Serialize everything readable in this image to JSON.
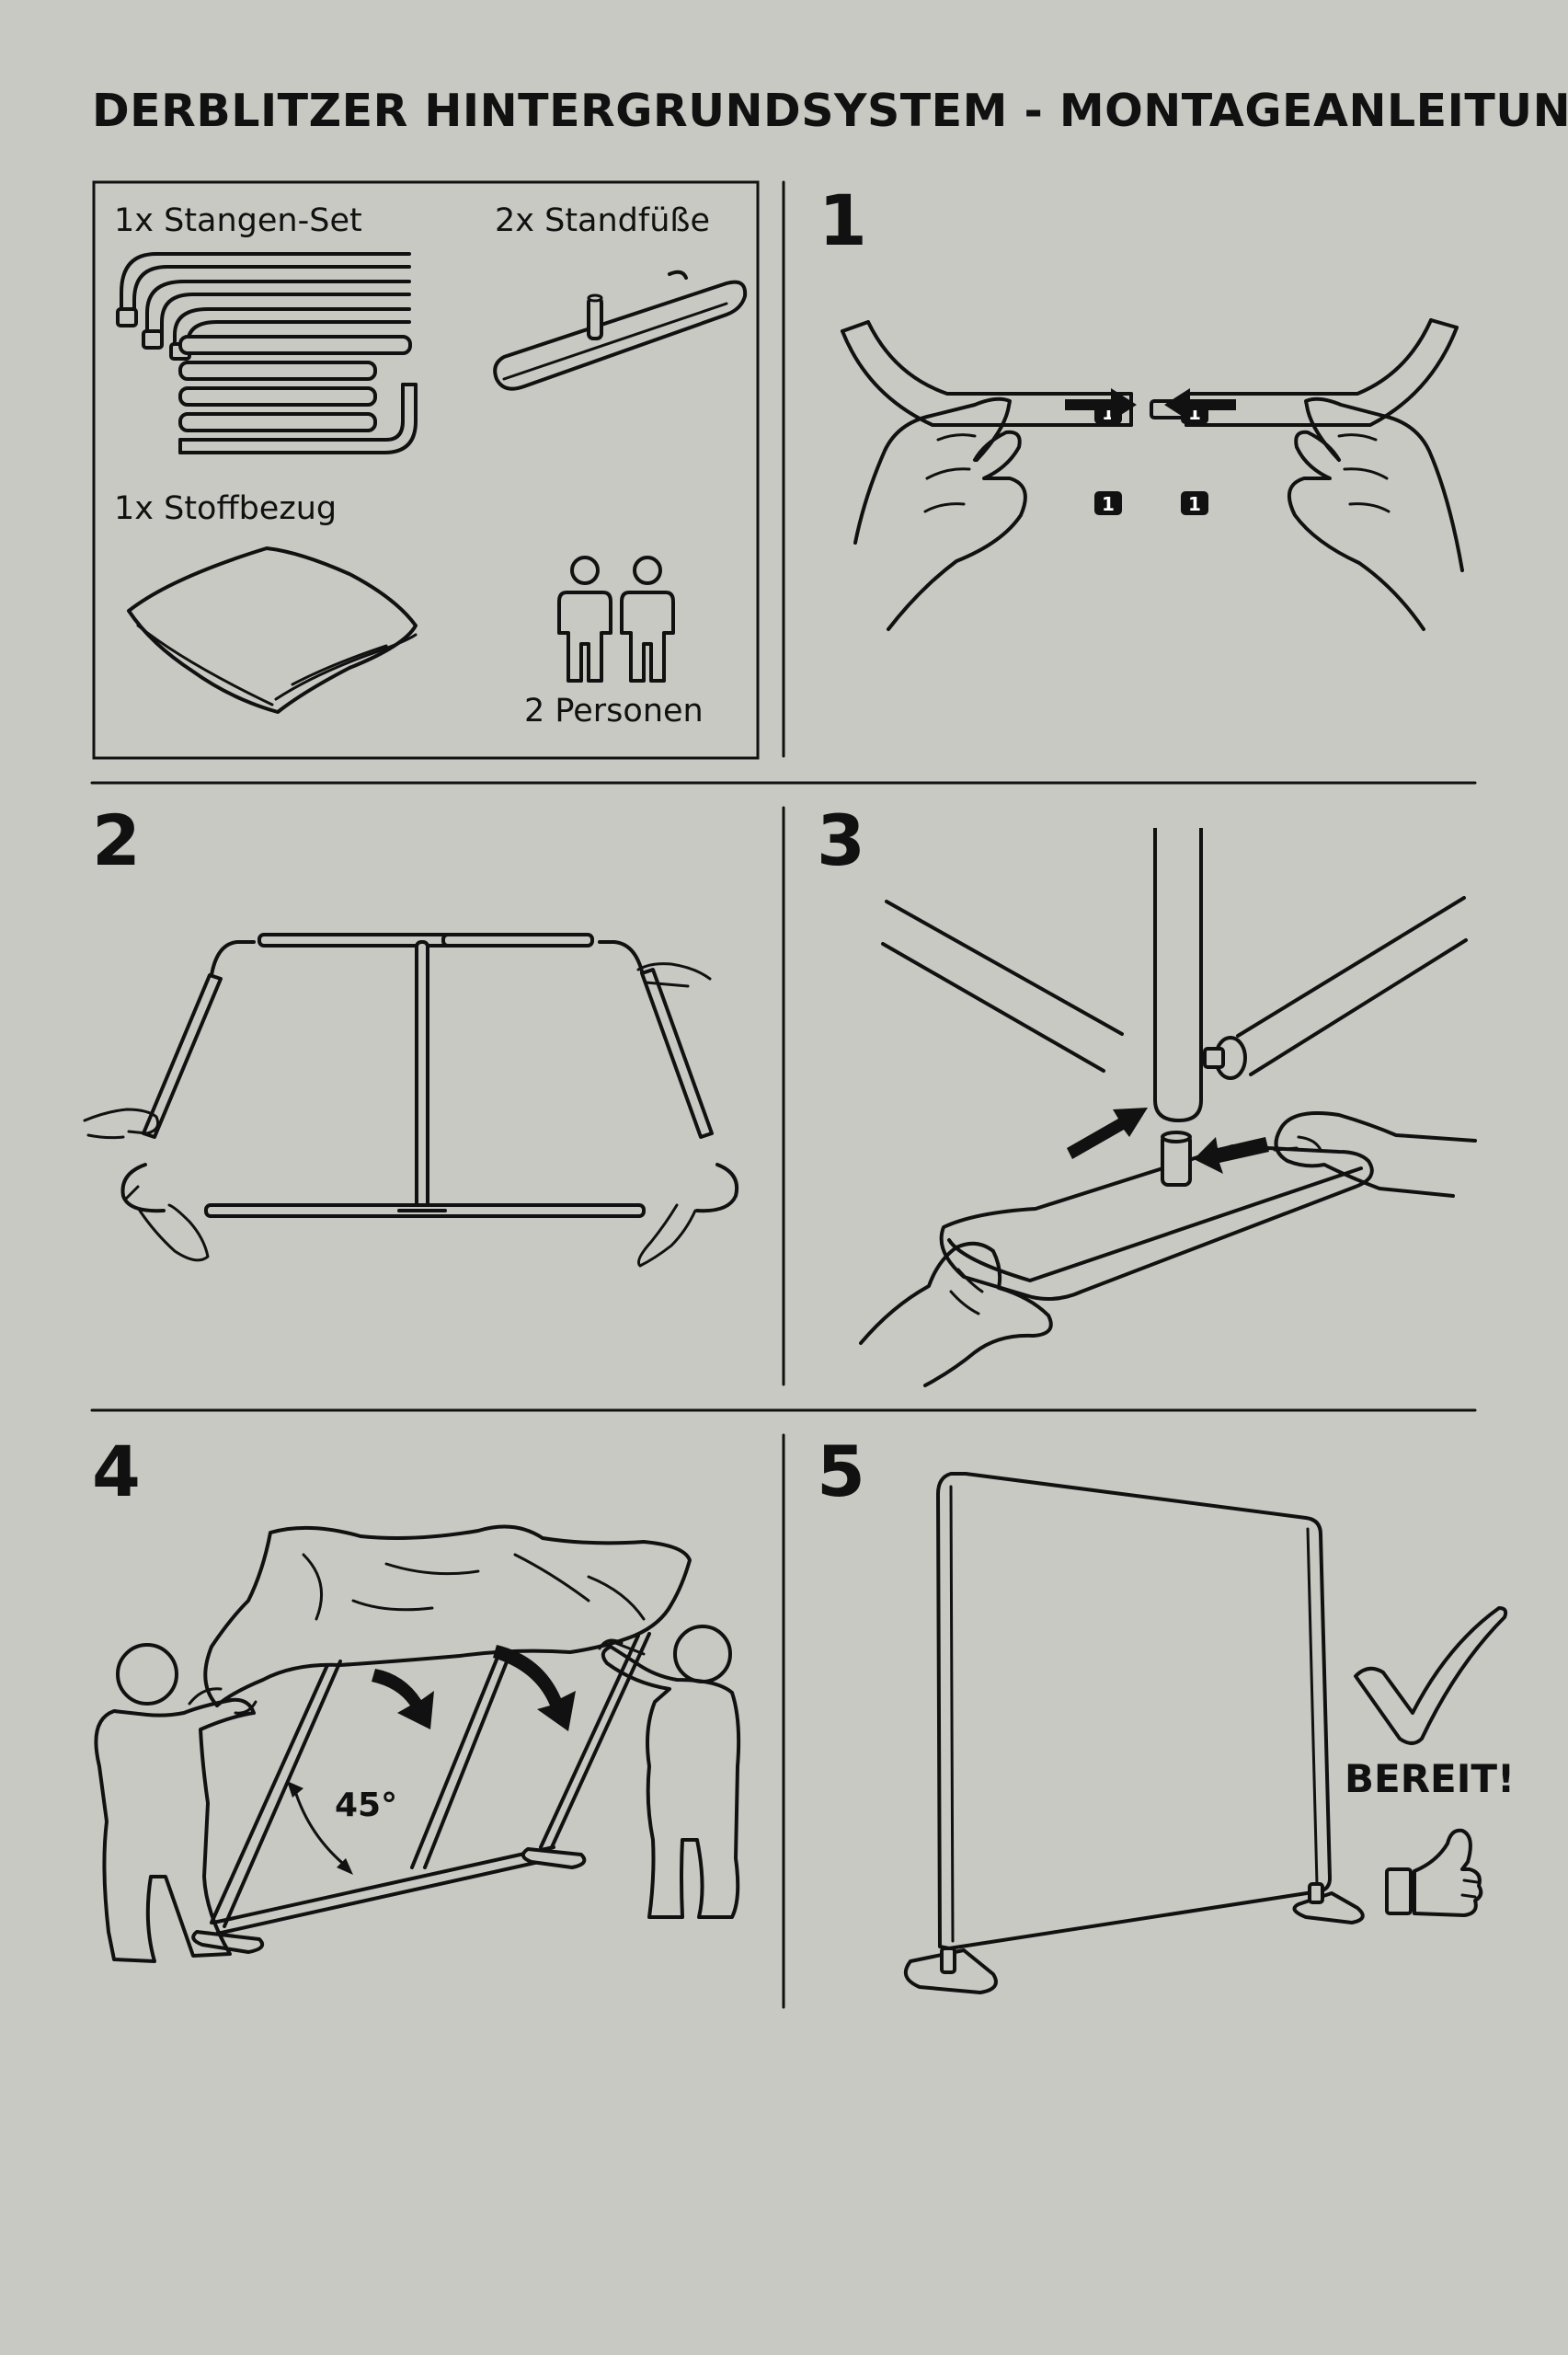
{
  "header": {
    "title": "DERBLITZER HINTERGRUNDSYSTEM - MONTAGEANLEITUNG"
  },
  "parts": {
    "poles": "1x Stangen-Set",
    "feet": "2x Standfüße",
    "cover": "1x Stoffbezug",
    "people": "2 Personen"
  },
  "steps": {
    "s1": {
      "number": "1",
      "tag": "1"
    },
    "s2": {
      "number": "2"
    },
    "s3": {
      "number": "3"
    },
    "s4": {
      "number": "4",
      "angle": "45°"
    },
    "s5": {
      "number": "5",
      "ready": "BEREIT!"
    }
  },
  "icons": {
    "check": "checkmark-icon",
    "thumb": "thumbs-up-icon",
    "people": "two-persons-icon"
  },
  "colors": {
    "background": "#c8c9c3",
    "ink": "#111111"
  }
}
